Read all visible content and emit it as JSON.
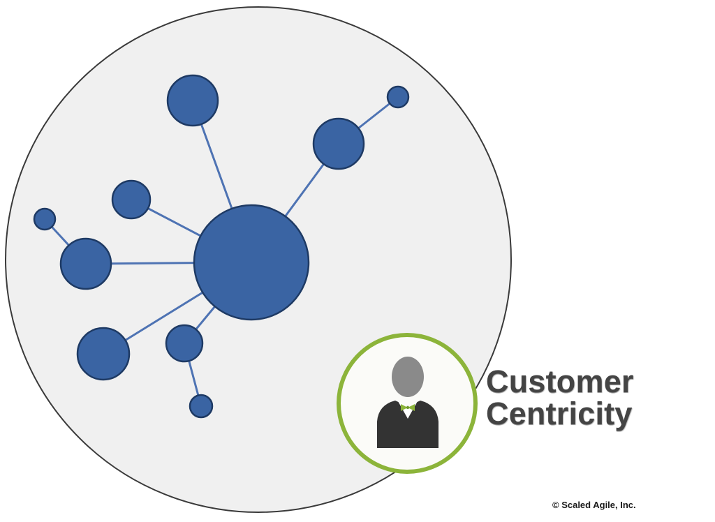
{
  "title": {
    "line1": "Customer",
    "line2": "Centricity"
  },
  "copyright": "© Scaled Agile, Inc.",
  "icons": {
    "network": "network-hub-icon",
    "customer": "customer-person-icon"
  },
  "colors": {
    "background_circle": "#f0f0f0",
    "node_fill": "#3a64a3",
    "node_stroke": "#1e3a64",
    "edge": "#4e73b3",
    "badge_ring": "#8cb43a",
    "person": "#8a8a8a",
    "suit": "#333333",
    "bowtie": "#8cb43a",
    "title_text": "#444444"
  }
}
